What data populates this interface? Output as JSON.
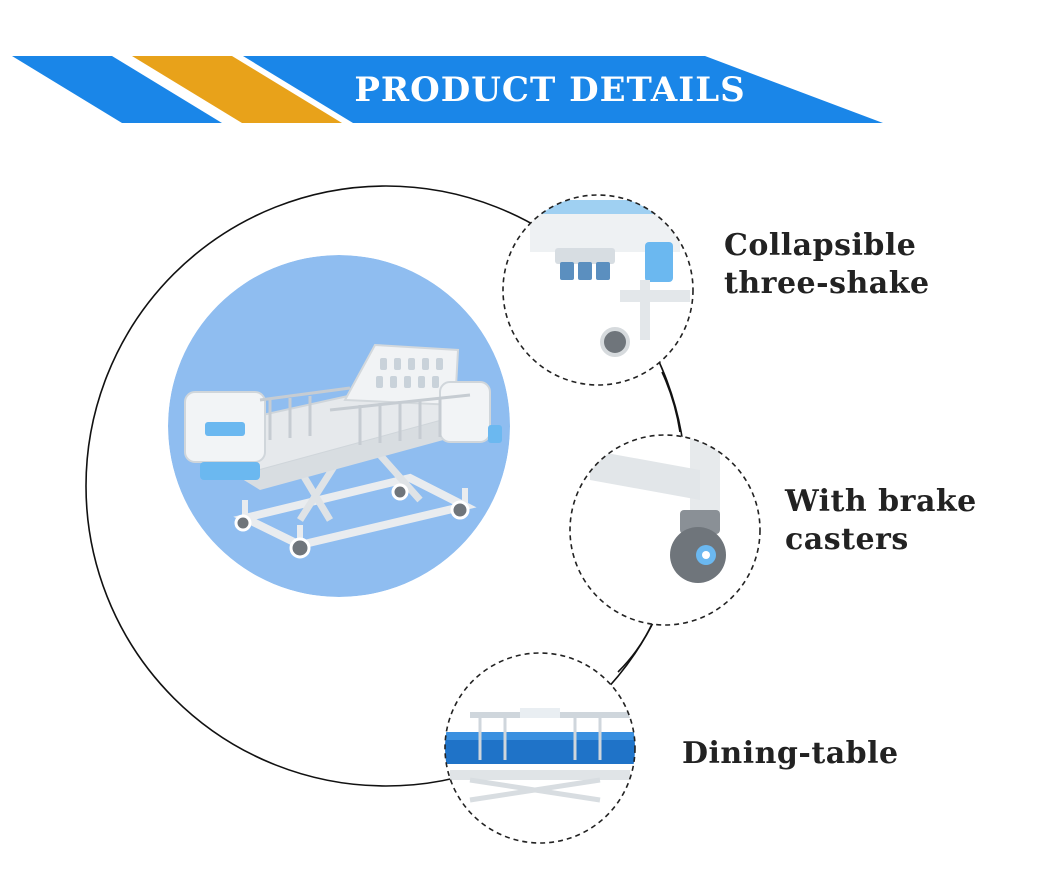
{
  "banner": {
    "title": "PRODUCT DETAILS",
    "colors": {
      "blue": "#1a86e8",
      "orange": "#e8a21a"
    }
  },
  "colors": {
    "product_bg": "#8fbdf0",
    "accent_blue": "#6bb8f0",
    "bed_white": "#eef0f2",
    "text": "#222222"
  },
  "main_image": {
    "subject": "three-crank-hospital-bed"
  },
  "features": [
    {
      "id": "collapsible",
      "icon": "crank-handles-closeup",
      "lines": [
        "Collapsible",
        "three-shake"
      ]
    },
    {
      "id": "brake",
      "icon": "caster-wheel-closeup",
      "lines": [
        "With brake",
        "casters"
      ]
    },
    {
      "id": "dining",
      "icon": "dining-table-closeup",
      "lines": [
        "Dining-table"
      ]
    }
  ]
}
